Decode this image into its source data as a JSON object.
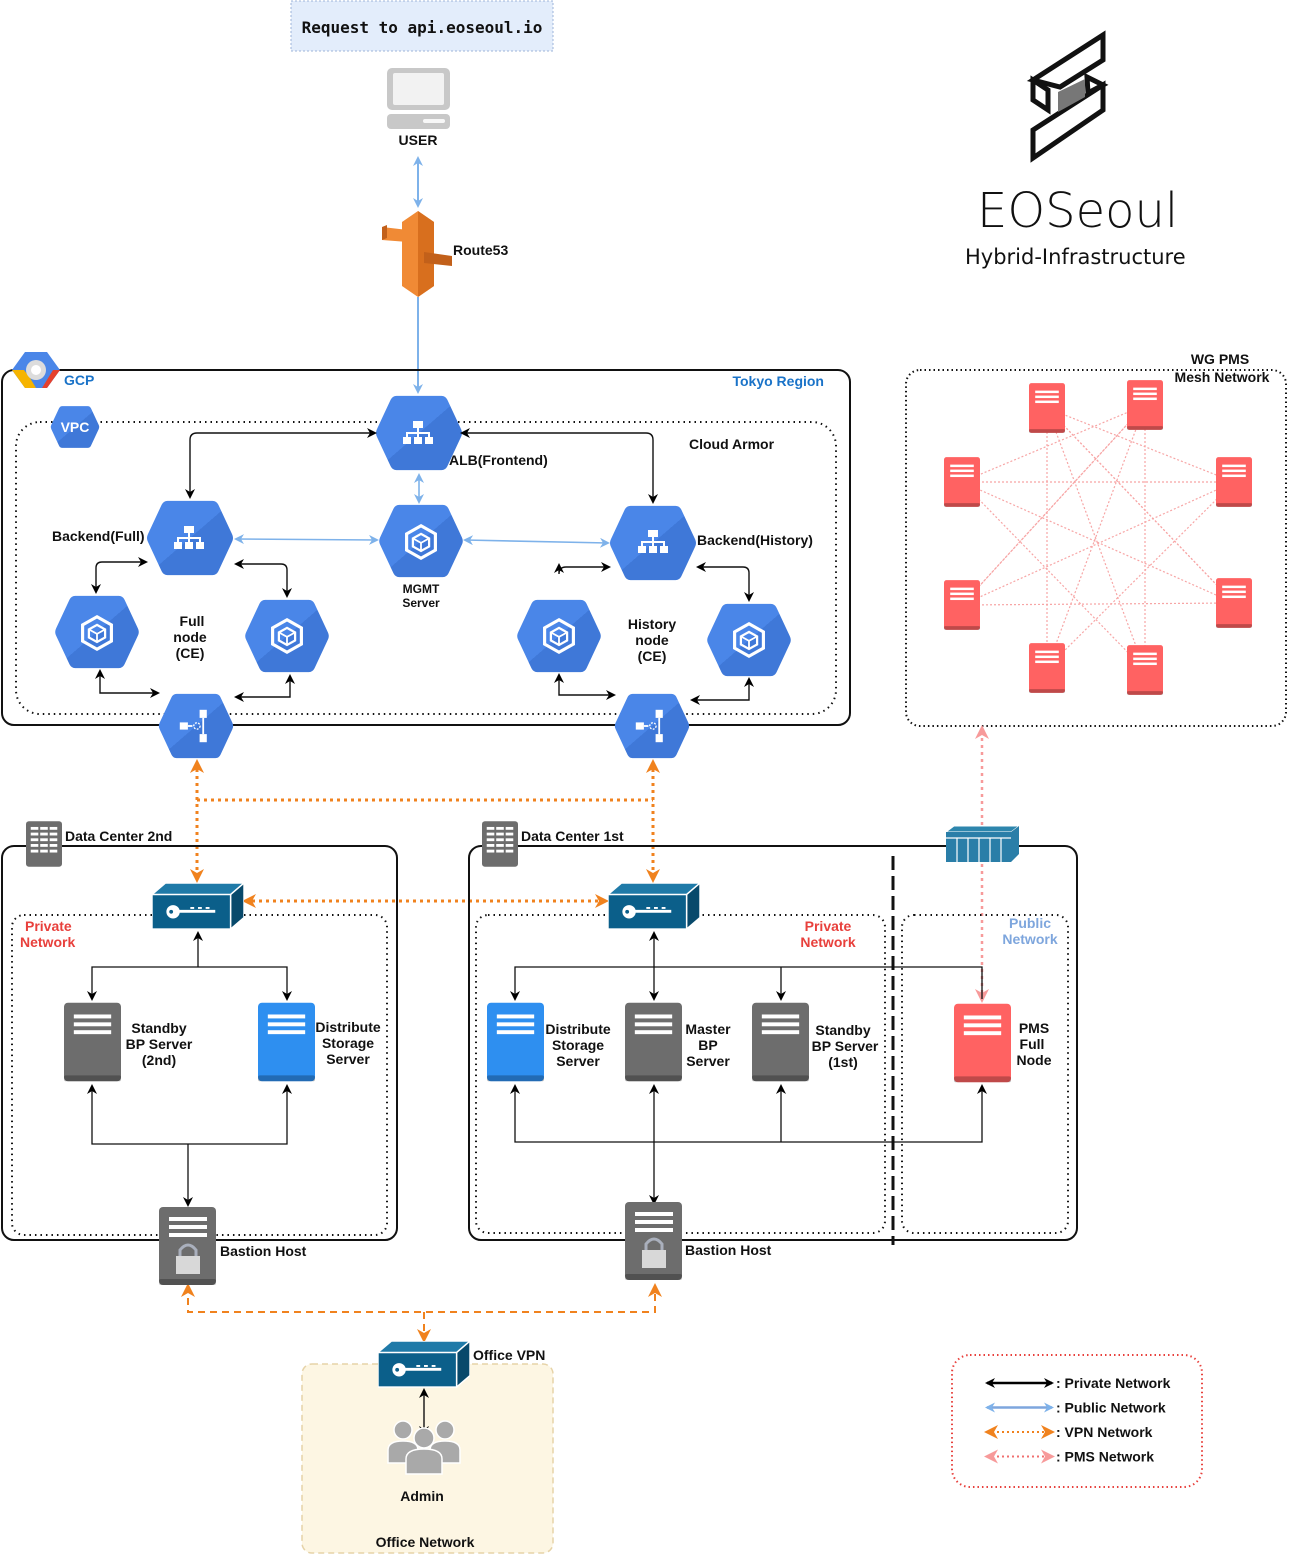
{
  "request_banner": "Request to api.eoseoul.io",
  "user": {
    "label": "USER",
    "icon": "desktop-icon"
  },
  "route53": {
    "label": "Route53",
    "icon": "aws-route53-icon"
  },
  "brand": {
    "name": "EOSeoul",
    "subtitle": "Hybrid-Infrastructure",
    "icon": "eoseoul-logo-icon"
  },
  "gcp": {
    "label": "GCP",
    "region": "Tokyo Region",
    "vpc": "VPC",
    "cloud_armor": "Cloud Armor",
    "alb": "ALB(Frontend)",
    "backend_full": "Backend(Full)",
    "backend_history": "Backend(History)",
    "mgmt": [
      "MGMT",
      "Server"
    ],
    "full_node": [
      "Full",
      "node",
      "(CE)"
    ],
    "history_node": [
      "History",
      "node",
      "(CE)"
    ]
  },
  "mesh": {
    "title": [
      "WG PMS",
      "Mesh Network"
    ],
    "node_count": 8
  },
  "dc2": {
    "title": "Data Center 2nd",
    "private_network": [
      "Private",
      "Network"
    ],
    "standby": [
      "Standby",
      "BP Server",
      "(2nd)"
    ],
    "storage": [
      "Distribute",
      "Storage",
      "Server"
    ],
    "bastion": "Bastion Host"
  },
  "dc1": {
    "title": "Data Center 1st",
    "private_network": [
      "Private",
      "Network"
    ],
    "public_network": [
      "Public",
      "Network"
    ],
    "storage": [
      "Distribute",
      "Storage",
      "Server"
    ],
    "master": [
      "Master",
      "BP",
      "Server"
    ],
    "standby": [
      "Standby",
      "BP Server",
      "(1st)"
    ],
    "pms": [
      "PMS",
      "Full",
      "Node"
    ],
    "bastion": "Bastion Host"
  },
  "office": {
    "vpn": "Office VPN",
    "admin": "Admin",
    "network": "Office Network"
  },
  "legend": [
    {
      "label": ": Private Network",
      "color": "#000000",
      "style": "solid"
    },
    {
      "label": ": Public Network",
      "color": "#7ea6dd",
      "style": "solid"
    },
    {
      "label": ": VPN Network",
      "color": "#f0821e",
      "style": "dotted"
    },
    {
      "label": ": PMS Network",
      "color": "#f07070",
      "style": "dotted"
    }
  ],
  "colors": {
    "gcp_blue": "#4a86e8",
    "server_gray": "#6d6d6d",
    "storage_blue": "#2e8ff0",
    "pms_red": "#ff6262",
    "vpn_orange": "#f0821e",
    "vpn_box": "#0b5f8a",
    "public_link": "#7eb2ea"
  }
}
